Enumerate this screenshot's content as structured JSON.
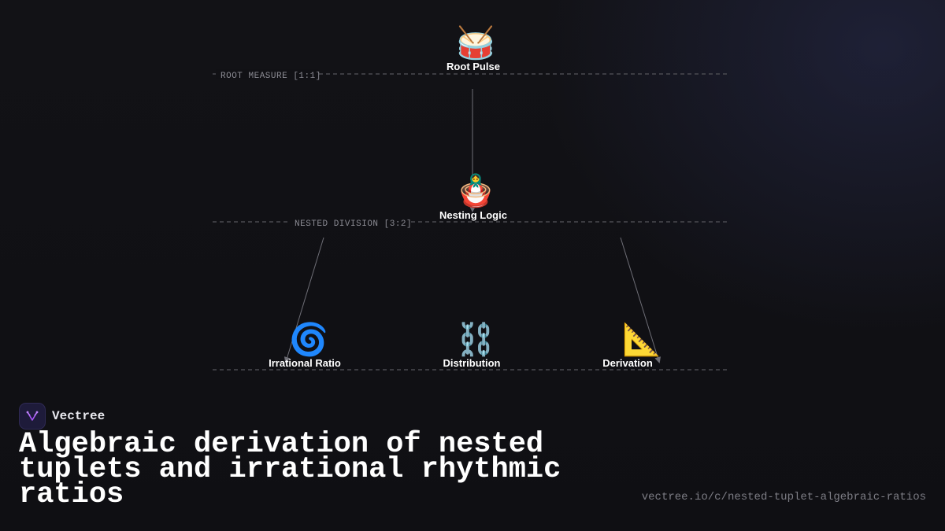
{
  "levels": [
    {
      "label": "ROOT MEASURE [1:1]"
    },
    {
      "label": "NESTED DIVISION [3:2]"
    },
    {
      "label": ""
    }
  ],
  "nodes": {
    "root": {
      "label": "Root Pulse",
      "icon": "🥁",
      "icon_name": "drum-icon"
    },
    "nesting": {
      "label": "Nesting Logic",
      "icon": "🪆",
      "icon_name": "nesting-doll-icon"
    },
    "irrational": {
      "label": "Irrational Ratio",
      "icon": "🌀",
      "icon_name": "spiral-icon"
    },
    "distribution": {
      "label": "Distribution",
      "icon": "⛓️",
      "icon_name": "chain-icon"
    },
    "derivation": {
      "label": "Derivation",
      "icon": "📐",
      "icon_name": "triangle-ruler-icon"
    }
  },
  "edges": [
    {
      "from": "root",
      "to": "nesting"
    },
    {
      "from": "nesting",
      "to": "irrational"
    },
    {
      "from": "nesting",
      "to": "derivation"
    }
  ],
  "brand": {
    "name": "Vectree",
    "logo_icon": "vectree-logo-icon",
    "accent": "#a855f7"
  },
  "title": "Algebraic derivation of nested tuplets and irrational rhythmic ratios",
  "url": "vectree.io/c/nested-tuplet-algebraic-ratios"
}
